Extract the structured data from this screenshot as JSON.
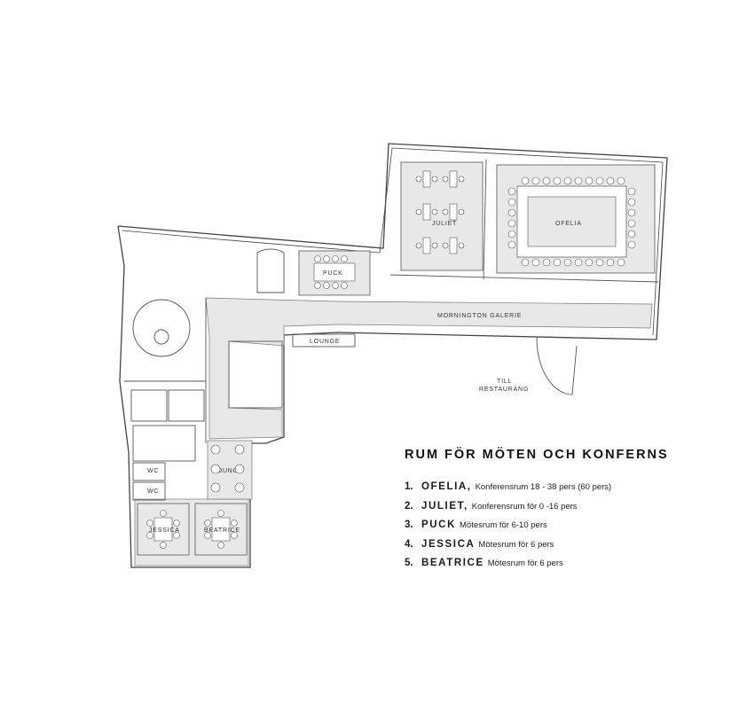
{
  "floorplan": {
    "labels": {
      "juliet": "JULIET",
      "ofelia": "OFELIA",
      "puck": "PUCK",
      "mornington": "MORNINGTON GALERIE",
      "lounge_top": "LOUNGE",
      "lounge_left": "LOUNGE",
      "wc1": "WC",
      "wc2": "WC",
      "jessica": "JESSICA",
      "beatrice": "BEATRICE",
      "till": "TILL",
      "restaurang": "RESTAURANG"
    }
  },
  "legend": {
    "title": "RUM FÖR MÖTEN OCH KONFERNS",
    "rooms": [
      {
        "number": "1.",
        "name": "OFELIA,",
        "description": "Konferensrum 18 - 38  pers  (60 pers)"
      },
      {
        "number": "2.",
        "name": "JULIET,",
        "description": "Konferensrum för  0 -16  pers"
      },
      {
        "number": "3.",
        "name": "PUCK",
        "description": "Mötesrum för 6-10 pers"
      },
      {
        "number": "4.",
        "name": "JESSICA",
        "description": "Mötesrum för 6 pers"
      },
      {
        "number": "5.",
        "name": "BEATRICE",
        "description": "Mötesrum för 6 pers"
      }
    ]
  },
  "colors": {
    "wall": "#444444",
    "fill": "#e8e8e8",
    "furniture": "#ffffff"
  }
}
